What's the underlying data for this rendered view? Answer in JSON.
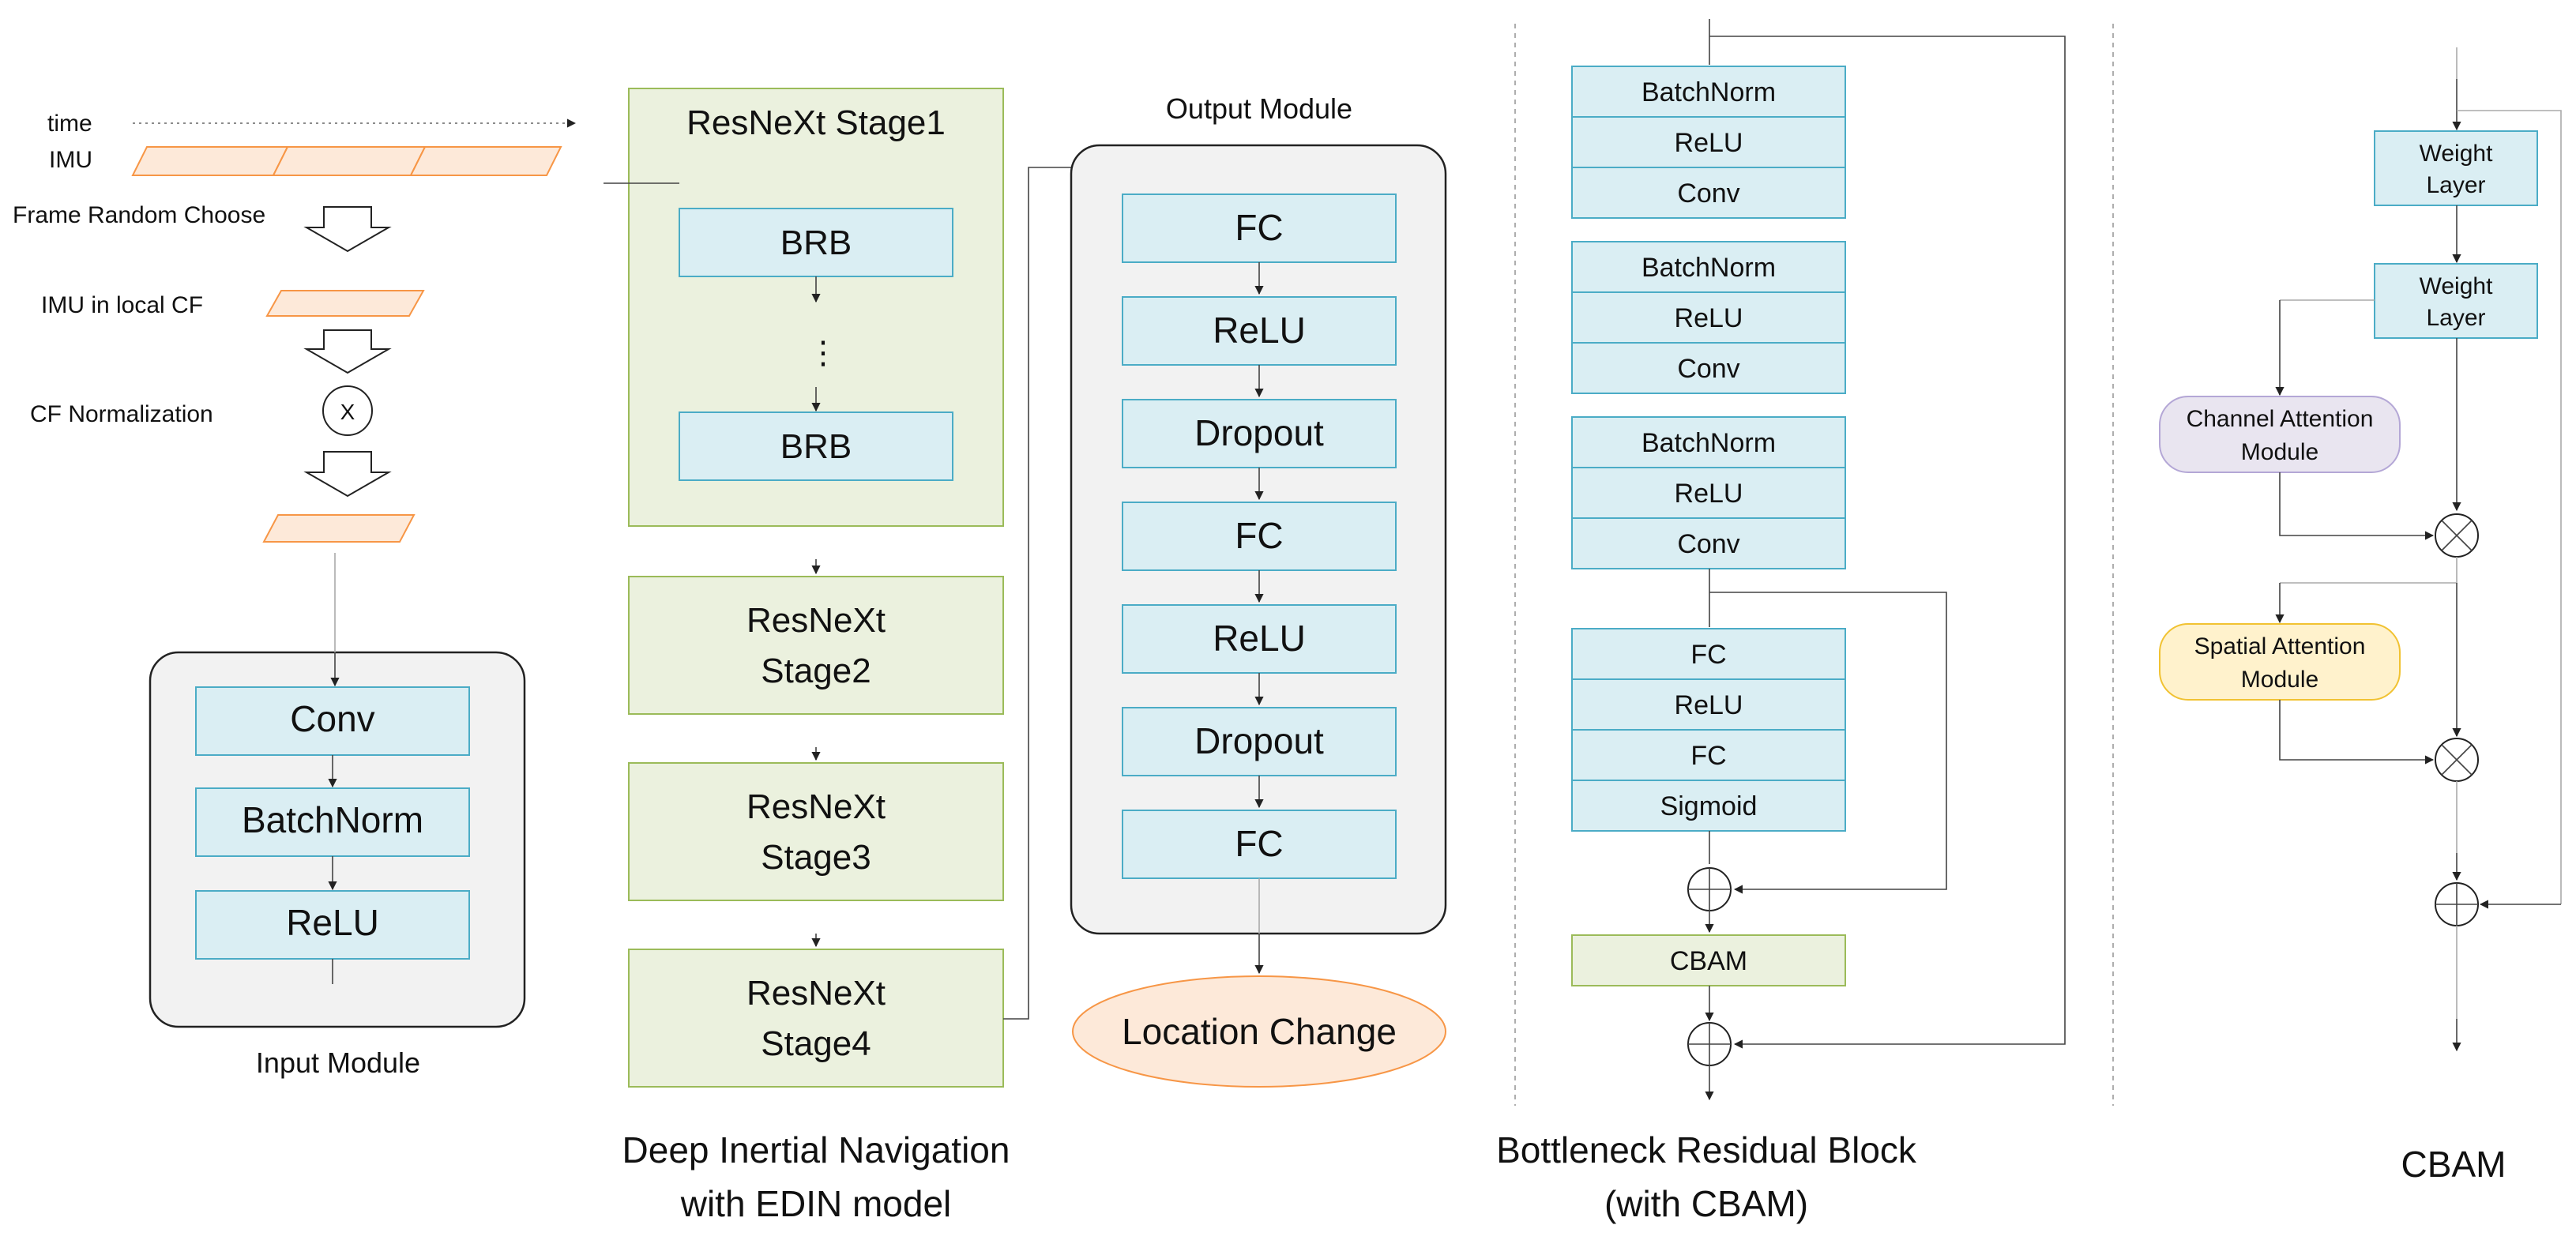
{
  "input": {
    "time_label": "time",
    "imu_label": "IMU",
    "frame_choose": "Frame Random Choose",
    "imu_local": "IMU in local CF",
    "cf_norm": "CF Normalization",
    "multiply_symbol": "X",
    "layers": [
      "Conv",
      "BatchNorm",
      "ReLU"
    ],
    "module_caption": "Input Module"
  },
  "resnext": {
    "stage1_title": "ResNeXt Stage1",
    "brb_top": "BRB",
    "ellipsis": "⋮",
    "brb_bottom": "BRB",
    "stage2": [
      "ResNeXt",
      "Stage2"
    ],
    "stage3": [
      "ResNeXt",
      "Stage3"
    ],
    "stage4": [
      "ResNeXt",
      "Stage4"
    ]
  },
  "output": {
    "title": "Output Module",
    "layers": [
      "FC",
      "ReLU",
      "Dropout",
      "FC",
      "ReLU",
      "Dropout",
      "FC"
    ],
    "result": "Location Change"
  },
  "caption_left": [
    "Deep Inertial Navigation",
    "with EDIN model"
  ],
  "bottleneck": {
    "group1": [
      "BatchNorm",
      "ReLU",
      "Conv"
    ],
    "group2": [
      "BatchNorm",
      "ReLU",
      "Conv"
    ],
    "group3": [
      "BatchNorm",
      "ReLU",
      "Conv"
    ],
    "group4": [
      "FC",
      "ReLU",
      "FC",
      "Sigmoid"
    ],
    "cbam": "CBAM",
    "caption": [
      "Bottleneck Residual Block",
      "(with CBAM)"
    ]
  },
  "cbam": {
    "weight1": [
      "Weight",
      "Layer"
    ],
    "weight2": [
      "Weight",
      "Layer"
    ],
    "channel": [
      "Channel Attention",
      "Module"
    ],
    "spatial": [
      "Spatial Attention",
      "Module"
    ],
    "caption": "CBAM"
  }
}
